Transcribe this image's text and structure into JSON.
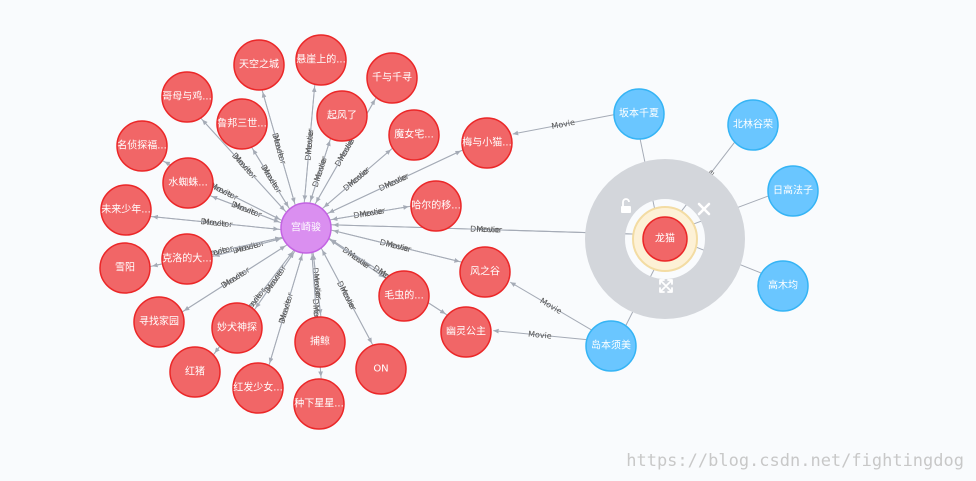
{
  "colors": {
    "movie": "#f16667",
    "movie_stroke": "#eb2728",
    "person": "#6ac6ff",
    "person_stroke": "#35b4f5",
    "center": "#da8ff0",
    "center_stroke": "#c363e3",
    "edge": "#a5abb6"
  },
  "nodes": [
    {
      "id": "c",
      "label": "宫崎骏",
      "kind": "center"
    },
    {
      "id": "m1",
      "label": "天空之城",
      "kind": "movie"
    },
    {
      "id": "m2",
      "label": "悬崖上的...",
      "kind": "movie"
    },
    {
      "id": "m3",
      "label": "千与千寻",
      "kind": "movie"
    },
    {
      "id": "m4",
      "label": "哥母与鸡...",
      "kind": "movie"
    },
    {
      "id": "m5",
      "label": "起风了",
      "kind": "movie"
    },
    {
      "id": "m6",
      "label": "鲁邦三世...",
      "kind": "movie"
    },
    {
      "id": "m7",
      "label": "魔女宅...",
      "kind": "movie"
    },
    {
      "id": "m8",
      "label": "梅与小猫...",
      "kind": "movie"
    },
    {
      "id": "m9",
      "label": "名侦探福...",
      "kind": "movie"
    },
    {
      "id": "m10",
      "label": "水蜘蛛...",
      "kind": "movie"
    },
    {
      "id": "m11",
      "label": "哈尔的移...",
      "kind": "movie"
    },
    {
      "id": "m12",
      "label": "未来少年...",
      "kind": "movie"
    },
    {
      "id": "m13",
      "label": "克洛的大...",
      "kind": "movie"
    },
    {
      "id": "m14",
      "label": "雪阳",
      "kind": "movie"
    },
    {
      "id": "m15",
      "label": "风之谷",
      "kind": "movie"
    },
    {
      "id": "m16",
      "label": "毛虫的...",
      "kind": "movie"
    },
    {
      "id": "m17",
      "label": "寻找家园",
      "kind": "movie"
    },
    {
      "id": "m18",
      "label": "幽灵公主",
      "kind": "movie"
    },
    {
      "id": "m19",
      "label": "妙犬神探",
      "kind": "movie"
    },
    {
      "id": "m20",
      "label": "捕鲸",
      "kind": "movie"
    },
    {
      "id": "m21",
      "label": "ON",
      "kind": "movie"
    },
    {
      "id": "m22",
      "label": "红猪",
      "kind": "movie"
    },
    {
      "id": "m23",
      "label": "红发少女...",
      "kind": "movie"
    },
    {
      "id": "m24",
      "label": "种下星星...",
      "kind": "movie"
    },
    {
      "id": "l",
      "label": "龙猫",
      "kind": "movie"
    },
    {
      "id": "p1",
      "label": "坂本千夏",
      "kind": "person"
    },
    {
      "id": "p2",
      "label": "北林谷荣",
      "kind": "person"
    },
    {
      "id": "p3",
      "label": "日高法子",
      "kind": "person"
    },
    {
      "id": "p4",
      "label": "高木均",
      "kind": "person"
    },
    {
      "id": "p5",
      "label": "岛本须美",
      "kind": "person"
    }
  ],
  "edge_labels": {
    "movie": "Movie",
    "director": "Director"
  },
  "watermark": "https://blog.csdn.net/fightingdog"
}
